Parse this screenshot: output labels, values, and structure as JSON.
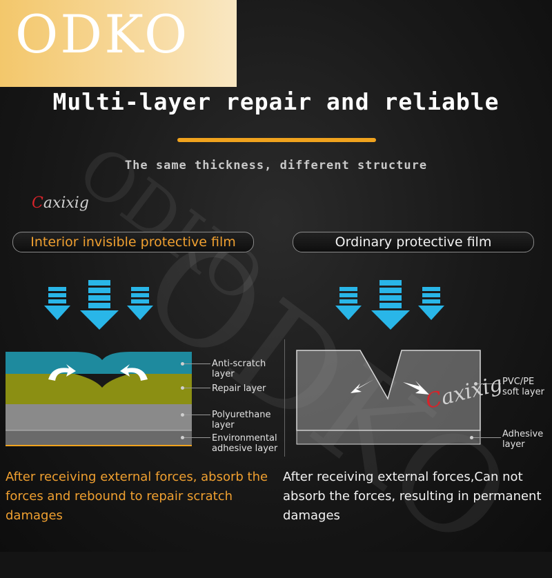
{
  "brand": {
    "name": "ODKO"
  },
  "header": {
    "title": "Multi-layer repair and reliable",
    "subtitle": "The same thickness, different structure"
  },
  "signature": {
    "first_letter": "C",
    "rest": "axixig"
  },
  "watermark": {
    "text": "ODKO"
  },
  "comparison": {
    "left_label": "Interior invisible protective film",
    "right_label": "Ordinary protective film"
  },
  "left_layers": [
    {
      "name": "Anti-scratch layer",
      "color": "#1e8a9e"
    },
    {
      "name": "Repair layer",
      "color": "#8b8f13"
    },
    {
      "name": "Polyurethane layer",
      "color": "#8a8a8a"
    },
    {
      "name": "Environmental adhesive layer",
      "color": "#6a6a6a"
    }
  ],
  "right_layers": [
    {
      "name": "PVC/PE soft layer",
      "color": "#9a9a9a"
    },
    {
      "name": "Adhesive layer",
      "color": "#7a7a7a"
    }
  ],
  "left_description": "After receiving external forces, absorb the forces and rebound to repair scratch damages",
  "right_description": "After receiving external forces,Can not absorb the forces, resulting in permanent damages",
  "colors": {
    "accent": "#f0a31e",
    "arrow": "#29b6e8"
  }
}
